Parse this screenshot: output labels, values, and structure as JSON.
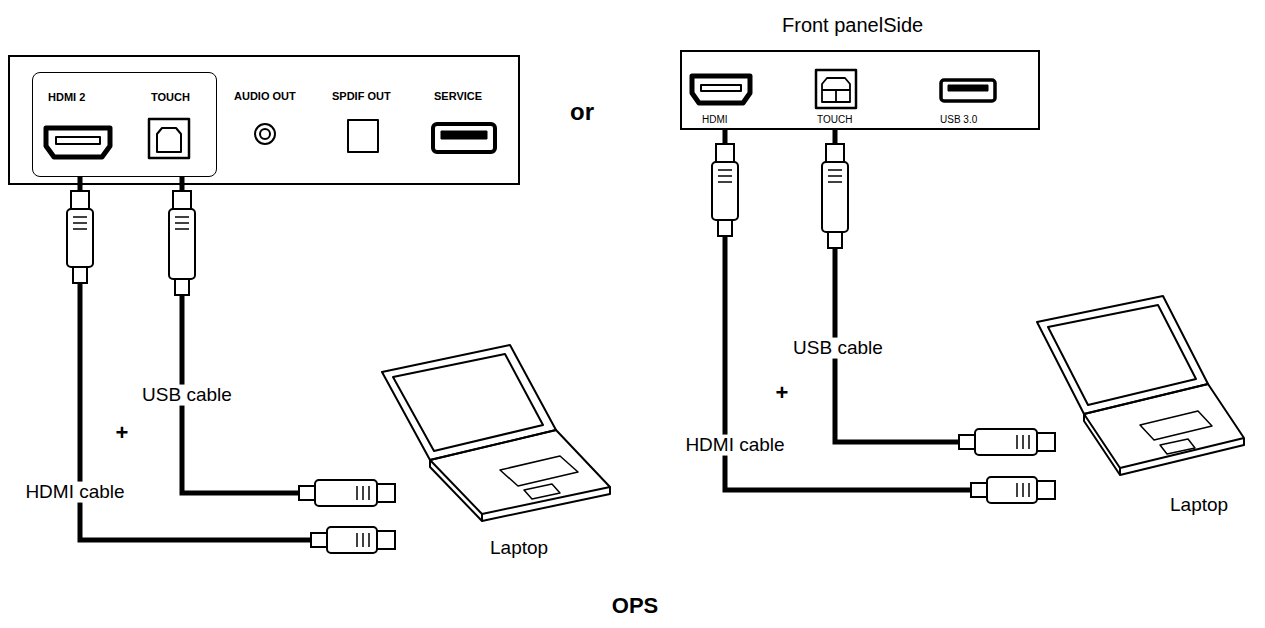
{
  "diagram": {
    "caption": "OPS",
    "nodes": [
      {
        "text": [
          "AUDIO OUT",
          "SPDIF OUT",
          "SERVICE"
        ]
      },
      {
        "text": [
          "HDMI 2",
          "TOUCH"
        ],
        "in": 0
      },
      {
        "text": [
          "Front panelSide",
          "HDMI",
          "TOUCH",
          "USB 3.0"
        ]
      },
      {
        "text": [
          "Laptop"
        ]
      },
      {
        "text": [
          "Laptop"
        ]
      }
    ],
    "edges": [
      {
        "from": 1,
        "to": 3,
        "arrow": "none",
        "label": "HDMI cable"
      },
      {
        "from": 1,
        "to": 3,
        "arrow": "none",
        "label": "USB cable"
      },
      {
        "from": 2,
        "to": 4,
        "arrow": "none",
        "label": "HDMI cable"
      },
      {
        "from": 2,
        "to": 4,
        "arrow": "none",
        "label": "USB cable"
      }
    ],
    "labels": [
      "or",
      "+",
      "+"
    ]
  }
}
